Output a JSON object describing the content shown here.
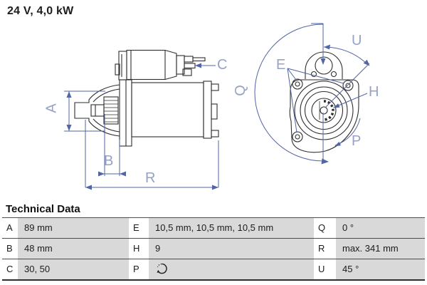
{
  "header": {
    "title": "24 V, 4,0 kW"
  },
  "diagram": {
    "description": "starter motor side view and mounting flange front view",
    "dimension_line_color": "#5265a4",
    "dimension_label_color": "#96a2c6",
    "labels": {
      "A": "A",
      "B": "B",
      "C": "C",
      "E": "E",
      "H": "H",
      "P": "P",
      "Q": "Q",
      "R": "R",
      "U": "U"
    }
  },
  "technical_data": {
    "title": "Technical Data",
    "rows": [
      {
        "cells": [
          {
            "key": "A",
            "value": "89 mm"
          },
          {
            "key": "E",
            "value": "10,5 mm, 10,5 mm, 10,5 mm"
          },
          {
            "key": "Q",
            "value": "0 °"
          }
        ]
      },
      {
        "cells": [
          {
            "key": "B",
            "value": "48 mm"
          },
          {
            "key": "H",
            "value": "9"
          },
          {
            "key": "R",
            "value": "max. 341 mm"
          }
        ]
      },
      {
        "cells": [
          {
            "key": "C",
            "value": "30, 50"
          },
          {
            "key": "P",
            "value": "",
            "value_icon": "rotation-direction-clockwise-icon"
          },
          {
            "key": "U",
            "value": "45 °"
          }
        ]
      }
    ]
  }
}
